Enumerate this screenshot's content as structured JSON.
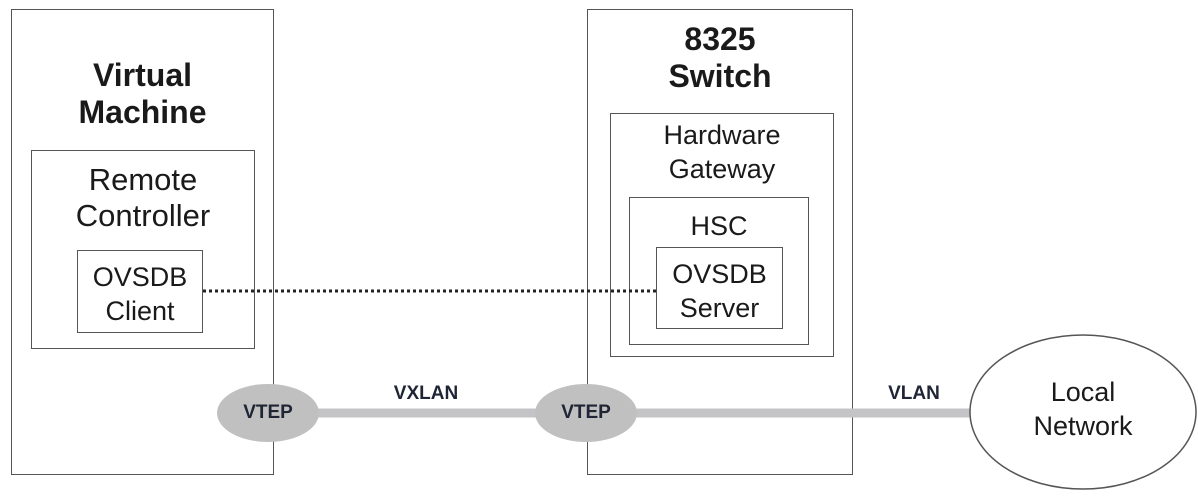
{
  "vm": {
    "title": "Virtual\nMachine",
    "controller": "Remote\nController",
    "client": "OVSDB\nClient"
  },
  "switch": {
    "title": "8325\nSwitch",
    "gateway": "Hardware\nGateway",
    "hsc": "HSC",
    "server": "OVSDB\nServer"
  },
  "links": {
    "vtep_left": "VTEP",
    "vtep_right": "VTEP",
    "vxlan": "VXLAN",
    "vlan": "VLAN"
  },
  "local_network": "Local\nNetwork",
  "colors": {
    "link": "#c4c4c6",
    "vtep": "#c0c0c0",
    "border": "#555555"
  }
}
